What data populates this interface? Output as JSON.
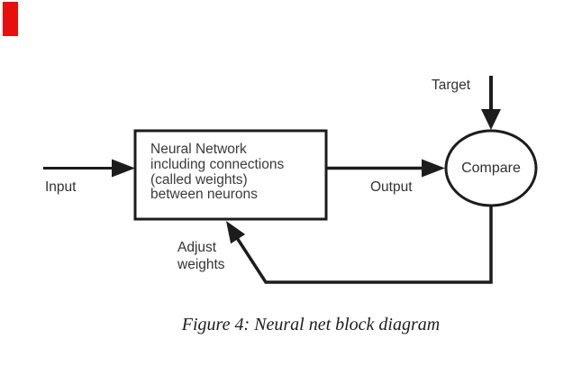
{
  "page": {
    "background_color": "#ffffff",
    "artifact": {
      "name": "red-corner-mark",
      "color": "#e8100c"
    }
  },
  "diagram": {
    "type": "block-diagram",
    "line_color": "#1c1c1c",
    "text_color": "#3a3a3a",
    "nodes": {
      "nn_box_lines": [
        "Neural Network",
        "including connections",
        "(called weights)",
        "between neurons"
      ],
      "compare": "Compare"
    },
    "labels": {
      "input": "Input",
      "output": "Output",
      "target": "Target",
      "adjust_line1": "Adjust",
      "adjust_line2": "weights"
    },
    "edges": [
      "Input -> Neural Network box",
      "Neural Network box -> Compare (Output)",
      "Target -> Compare",
      "Compare -> Neural Network box (Adjust weights feedback)"
    ]
  },
  "caption": {
    "text": "Figure 4: Neural net block diagram"
  }
}
